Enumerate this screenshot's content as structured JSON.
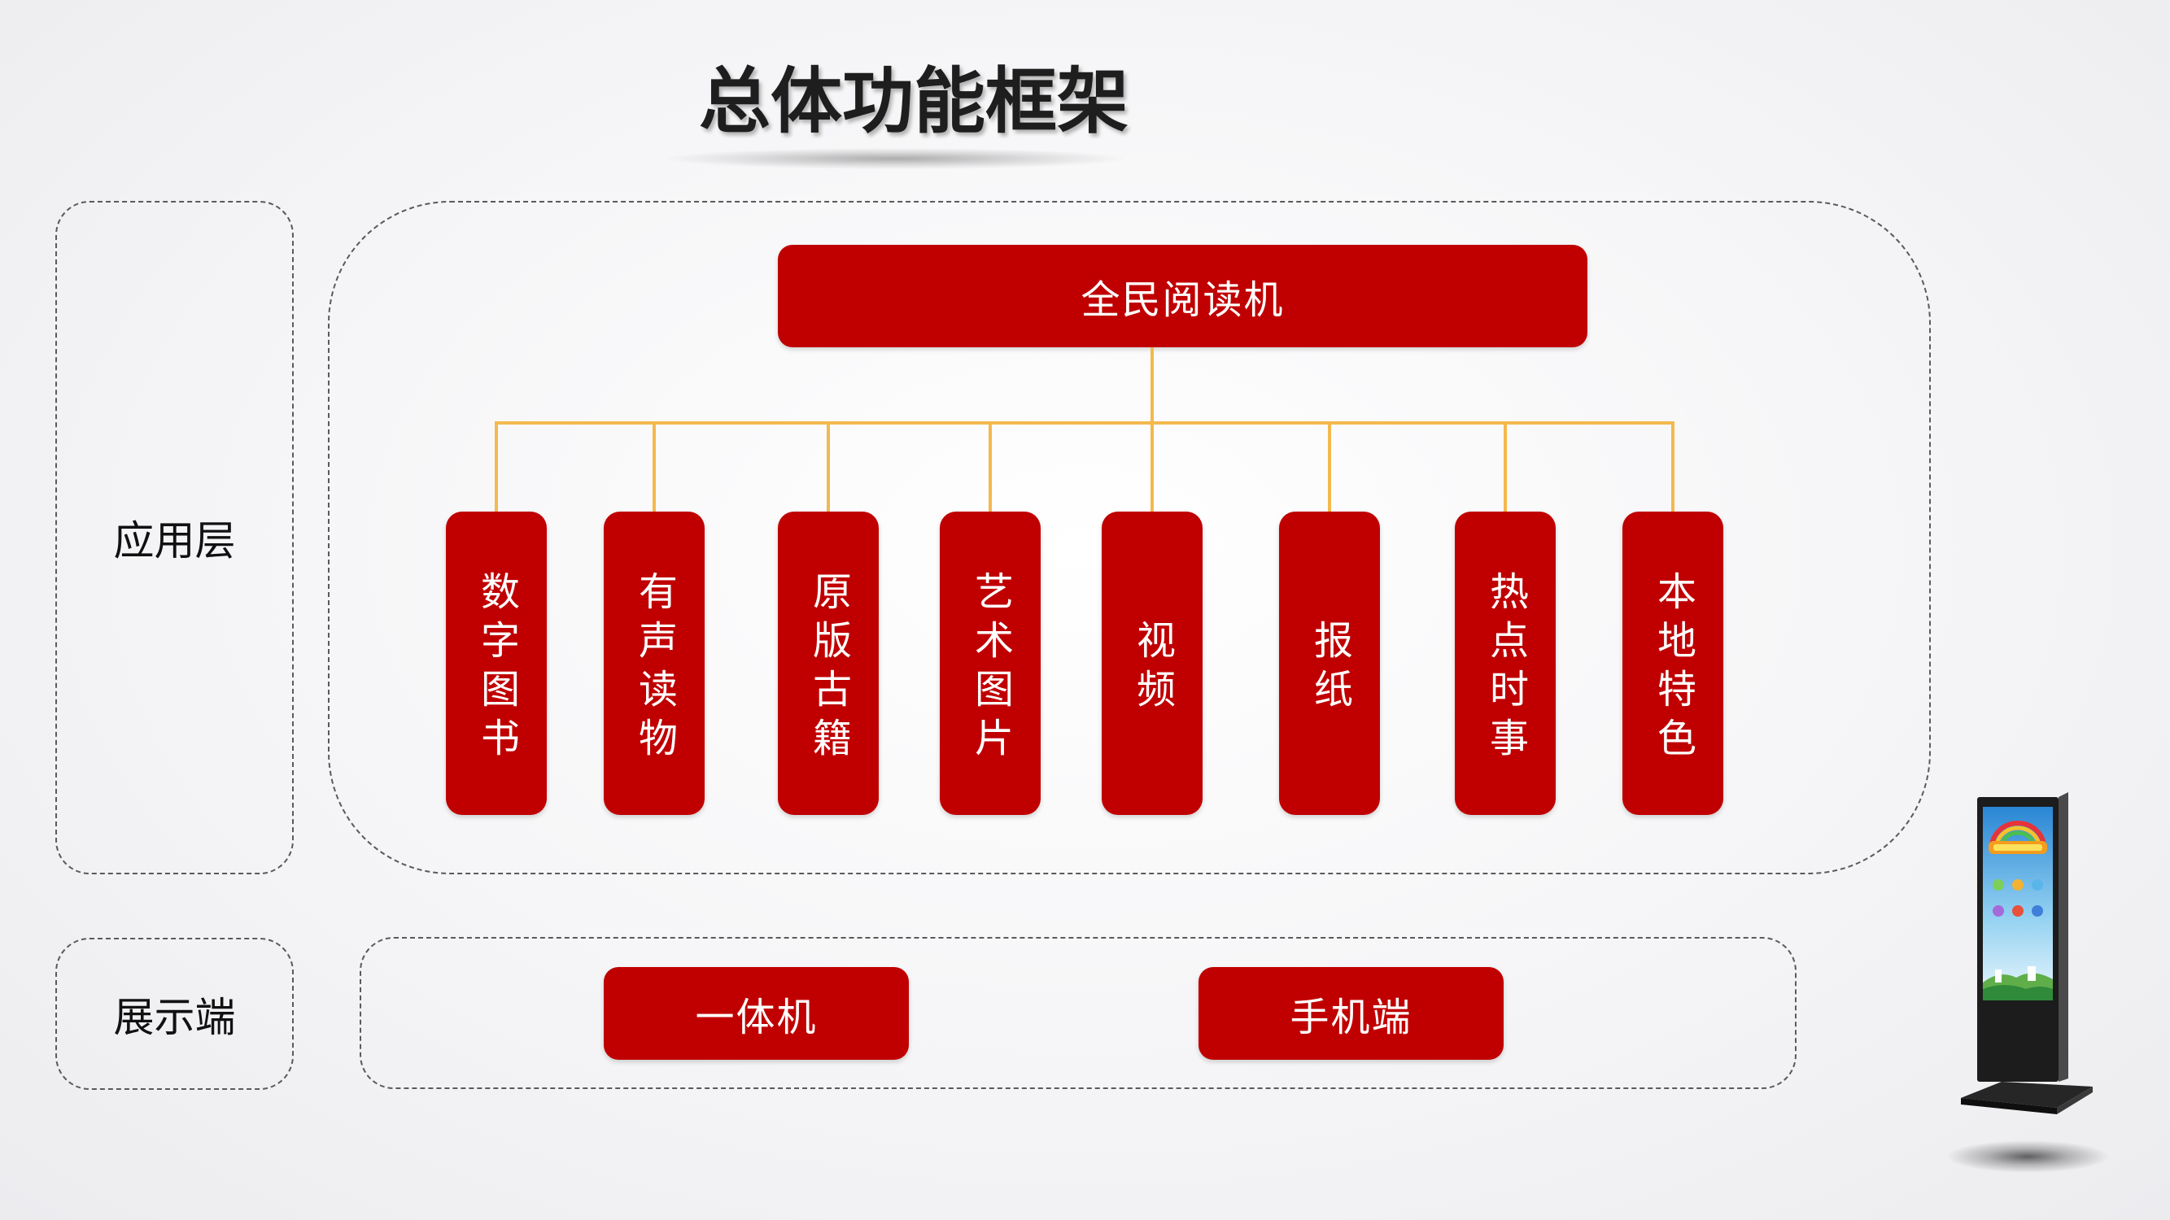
{
  "title": "总体功能框架",
  "layers": {
    "application": {
      "label": "应用层"
    },
    "display": {
      "label": "展示端"
    }
  },
  "root": {
    "label": "全民阅读机"
  },
  "modules": [
    {
      "label": "数字图书"
    },
    {
      "label": "有声读物"
    },
    {
      "label": "原版古籍"
    },
    {
      "label": "艺术图片"
    },
    {
      "label": "视频"
    },
    {
      "label": "报纸"
    },
    {
      "label": "热点时事"
    },
    {
      "label": "本地特色"
    }
  ],
  "display_items": [
    {
      "label": "一体机"
    },
    {
      "label": "手机端"
    }
  ],
  "colors": {
    "accent": "#c00000",
    "connector": "#f3b94d",
    "text": "#1e1e1e"
  },
  "icons": {
    "device": "kiosk-terminal-icon"
  }
}
